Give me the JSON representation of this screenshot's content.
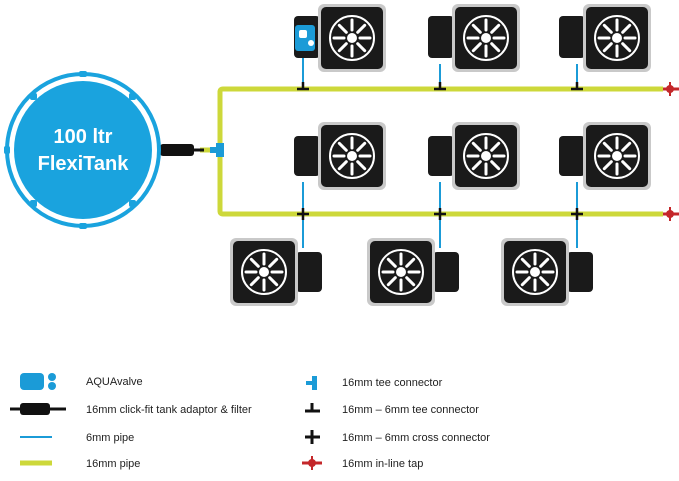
{
  "tank": {
    "line1": "100 ltr",
    "line2": "FlexiTank"
  },
  "legend": [
    {
      "label": "AQUAvalve",
      "icon": "aquavalve-icon"
    },
    {
      "label": "16mm click-fit tank adaptor & filter",
      "icon": "tank-adaptor-filter-icon"
    },
    {
      "label": "6mm pipe",
      "icon": "6mm-pipe-icon"
    },
    {
      "label": "16mm pipe",
      "icon": "16mm-pipe-icon"
    },
    {
      "label": "16mm tee connector",
      "icon": "16mm-tee-connector-icon"
    },
    {
      "label": "16mm – 6mm tee connector",
      "icon": "16mm-6mm-tee-connector-icon"
    },
    {
      "label": "16mm – 6mm cross connector",
      "icon": "16mm-6mm-cross-connector-icon"
    },
    {
      "label": "16mm in-line tap",
      "icon": "inline-tap-icon"
    }
  ],
  "colors": {
    "tank_blue": "#1aa3de",
    "pipe_16mm": "#cdd83a",
    "pipe_6mm": "#1b9bd7",
    "tap_red": "#c4272a",
    "pot_black": "#1a1a1a",
    "pot_grey": "#c9c9c9"
  }
}
